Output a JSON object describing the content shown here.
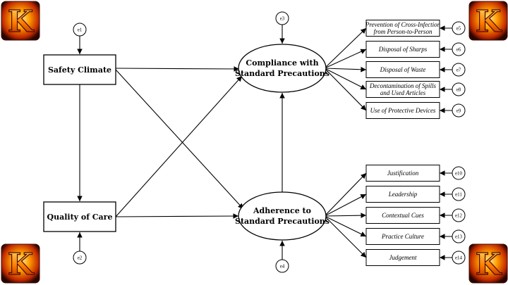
{
  "constructs": {
    "safety_climate": "Safety Climate",
    "quality_of_care": "Quality of Care",
    "compliance": [
      "Compliance with",
      "Standard Precautions"
    ],
    "adherence": [
      "Adherence to",
      "Standard Precautions"
    ]
  },
  "compliance_indicators": [
    [
      "Prevention of Cross-Infection",
      "from Person-to-Person"
    ],
    [
      "Disposal of Sharps"
    ],
    [
      "Disposal of Waste"
    ],
    [
      "Decontamination of Spills",
      "and Used Articles"
    ],
    [
      "Use of Protective Devices"
    ]
  ],
  "adherence_indicators": [
    [
      "Justification"
    ],
    [
      "Leadership"
    ],
    [
      "Contextual Cues"
    ],
    [
      "Practice Culture"
    ],
    [
      "Judgement"
    ]
  ],
  "errors": {
    "e1": "e1",
    "e2": "e2",
    "e3": "e3",
    "e4": "e4",
    "compliance": [
      "e5",
      "e6",
      "e7",
      "e8",
      "e9"
    ],
    "adherence": [
      "e10",
      "e11",
      "e12",
      "e13",
      "e14"
    ]
  },
  "logo": {
    "letter": "K",
    "icon": "flaming-k-logo",
    "colors": [
      "#ff6a00",
      "#ffd200",
      "#8b1a00"
    ]
  }
}
